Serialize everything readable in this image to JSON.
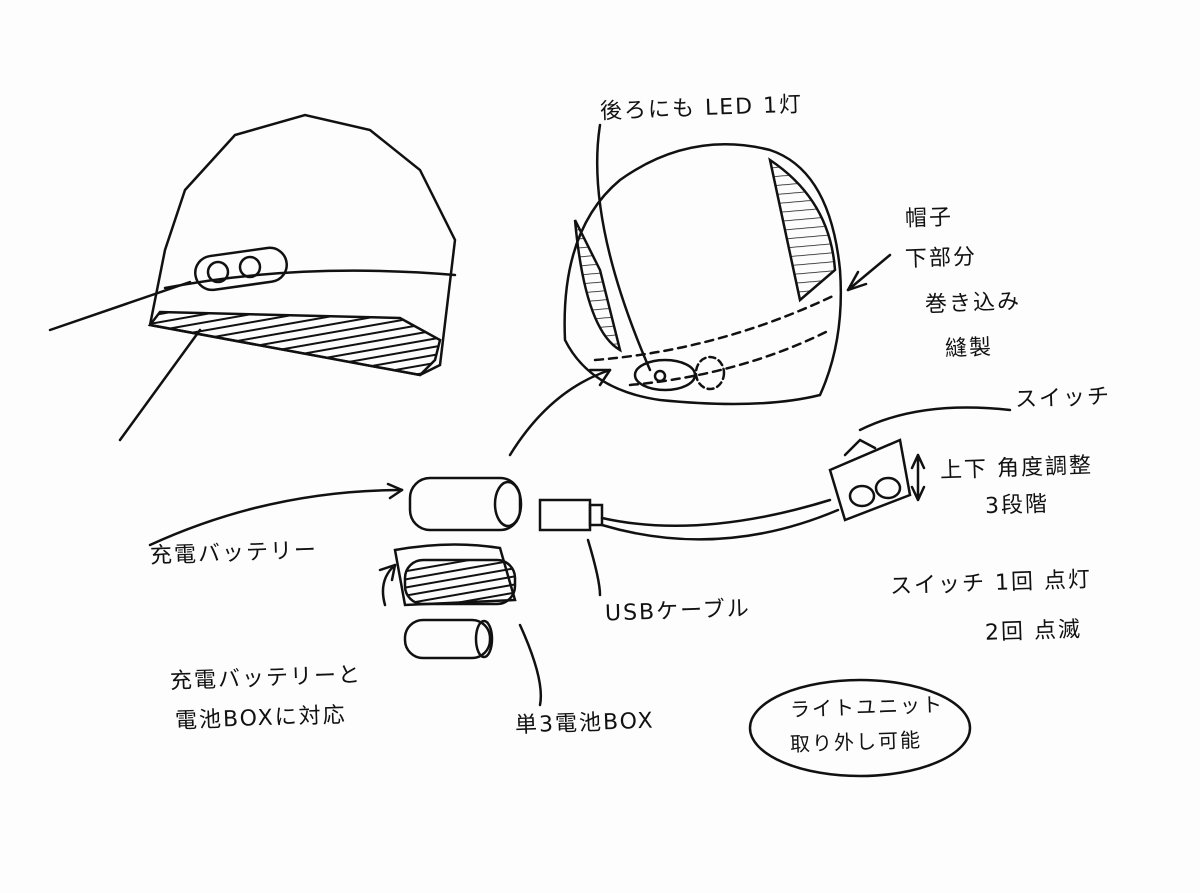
{
  "labels": {
    "rear_led": "後ろにも LED 1灯",
    "hat_bottom": [
      "帽子",
      "下部分",
      "巻き込み",
      "縫製"
    ],
    "switch": "スイッチ",
    "angle": [
      "上下 角度調整",
      "3段階"
    ],
    "battery": "充電バッテリー",
    "usb": "USBケーブル",
    "switch_modes": [
      "スイッチ 1回 点灯",
      "2回 点滅"
    ],
    "compat": [
      "充電バッテリーと",
      "電池BOXに対応"
    ],
    "aa_box": "単3電池BOX",
    "removable": [
      "ライトユニット",
      "取り外し可能"
    ]
  },
  "colors": {
    "ink": "#111111",
    "paper": "#fdfdfd"
  }
}
